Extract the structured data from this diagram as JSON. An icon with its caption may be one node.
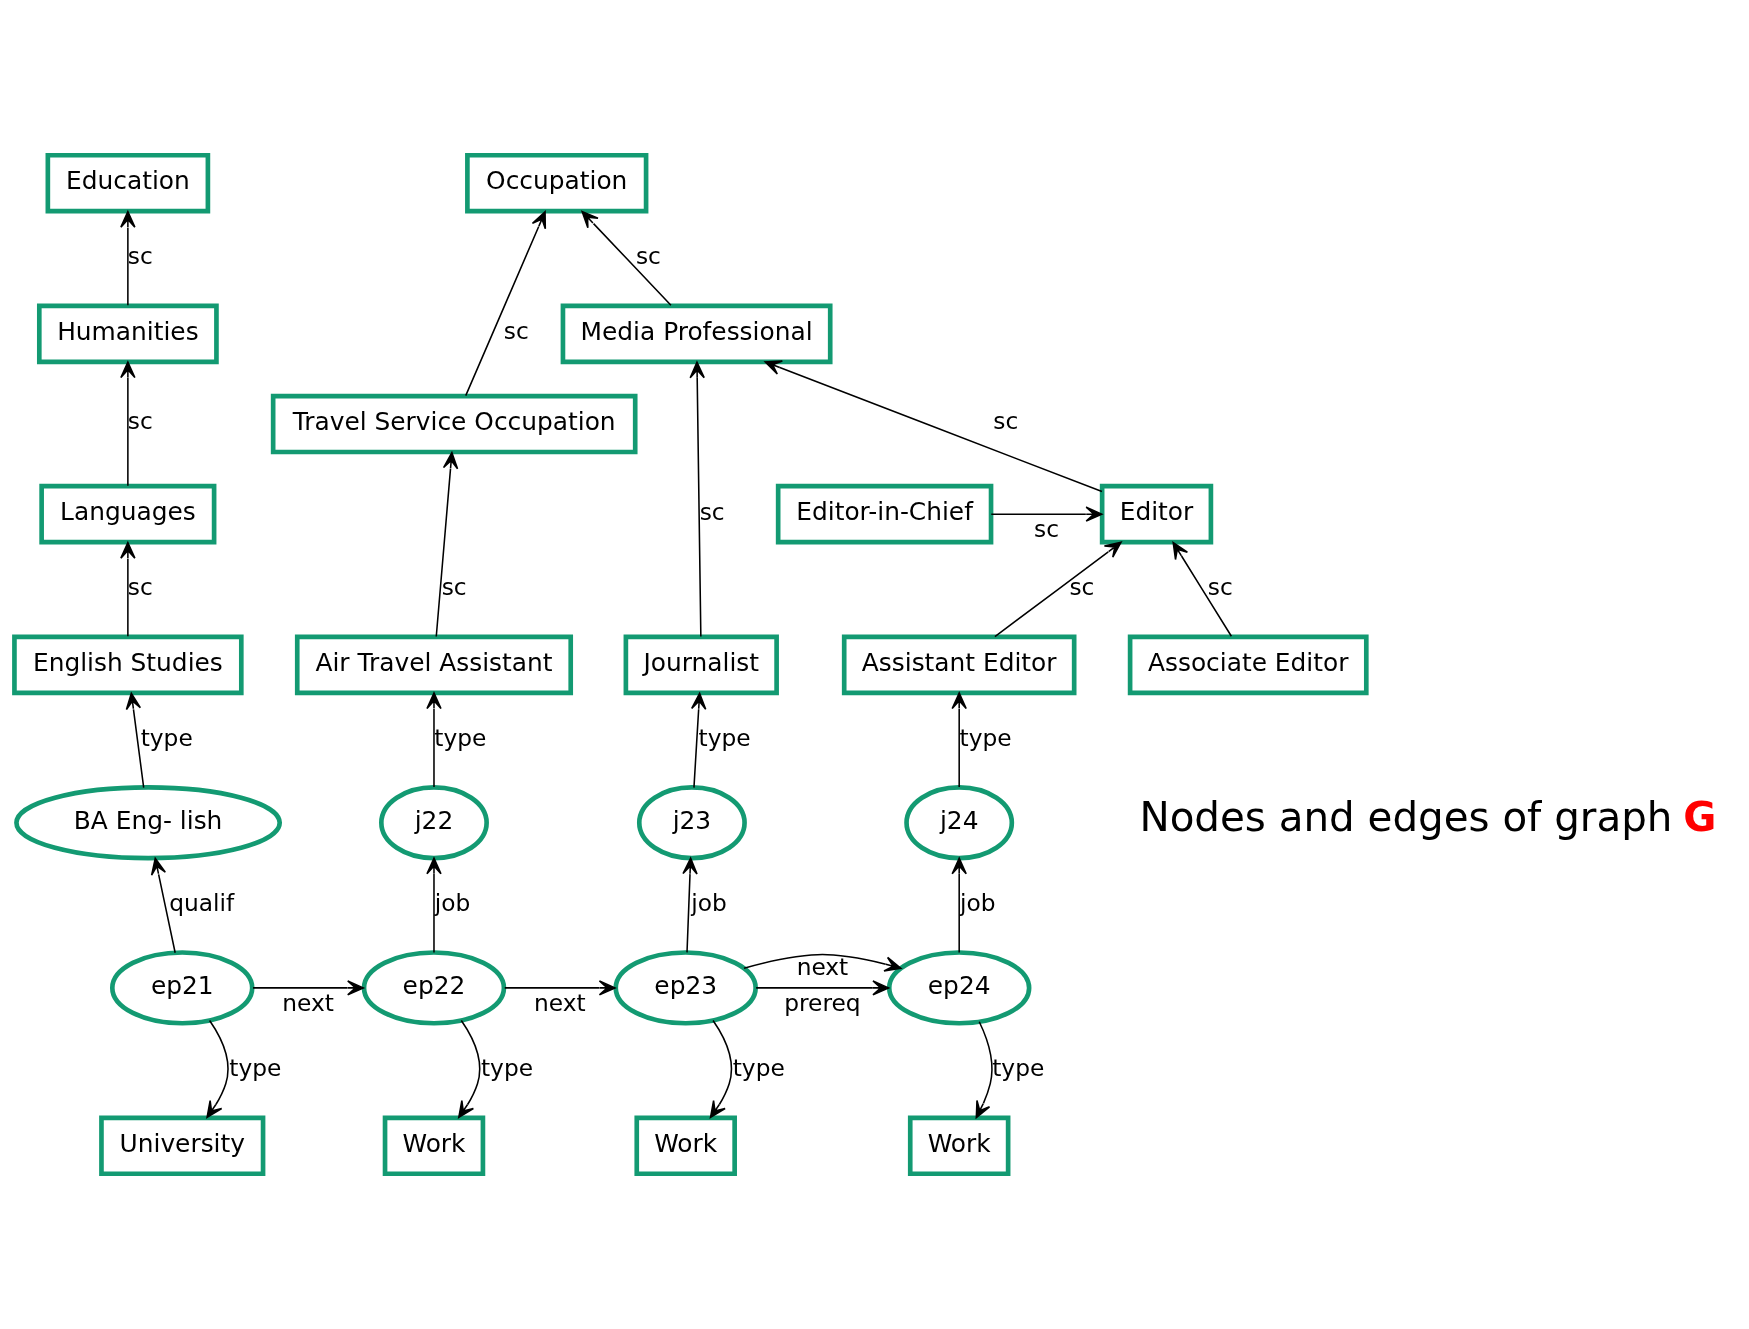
{
  "diagram": {
    "nodes": [
      {
        "text": [
          "Education"
        ]
      },
      {
        "text": [
          "Humanities"
        ]
      },
      {
        "text": [
          "Languages"
        ]
      },
      {
        "text": [
          "English Studies"
        ]
      },
      {
        "text": [
          "Occupation"
        ]
      },
      {
        "text": [
          "Travel Service Occupation"
        ]
      },
      {
        "text": [
          "Air Travel Assistant"
        ]
      },
      {
        "text": [
          "Media Professional"
        ]
      },
      {
        "text": [
          "Journalist"
        ]
      },
      {
        "text": [
          "Editor"
        ]
      },
      {
        "text": [
          "Editor-in-Chief"
        ]
      },
      {
        "text": [
          "Associate Editor"
        ]
      },
      {
        "text": [
          "Assistant Editor"
        ]
      },
      {
        "text": [
          "BA Eng- lish"
        ]
      },
      {
        "text": [
          "j22"
        ]
      },
      {
        "text": [
          "j23"
        ]
      },
      {
        "text": [
          "j24"
        ]
      },
      {
        "text": [
          "ep21"
        ]
      },
      {
        "text": [
          "ep22"
        ]
      },
      {
        "text": [
          "ep23"
        ]
      },
      {
        "text": [
          "ep24"
        ]
      },
      {
        "text": [
          "University"
        ]
      },
      {
        "text": [
          "Work"
        ]
      },
      {
        "text": [
          "Work"
        ]
      },
      {
        "text": [
          "Work"
        ]
      }
    ],
    "edges": [
      {
        "from": 1,
        "to": 0,
        "arrow": "to",
        "label": "sc"
      },
      {
        "from": 2,
        "to": 1,
        "arrow": "to",
        "label": "sc"
      },
      {
        "from": 3,
        "to": 2,
        "arrow": "to",
        "label": "sc"
      },
      {
        "from": 5,
        "to": 4,
        "arrow": "to",
        "label": "sc"
      },
      {
        "from": 7,
        "to": 4,
        "arrow": "to",
        "label": "sc"
      },
      {
        "from": 6,
        "to": 5,
        "arrow": "to",
        "label": "sc"
      },
      {
        "from": 8,
        "to": 7,
        "arrow": "to",
        "label": "sc"
      },
      {
        "from": 9,
        "to": 7,
        "arrow": "to",
        "label": "sc"
      },
      {
        "from": 10,
        "to": 9,
        "arrow": "to",
        "label": "sc"
      },
      {
        "from": 11,
        "to": 9,
        "arrow": "to",
        "label": "sc"
      },
      {
        "from": 12,
        "to": 9,
        "arrow": "to",
        "label": "sc"
      },
      {
        "from": 13,
        "to": 3,
        "arrow": "to",
        "label": "type"
      },
      {
        "from": 14,
        "to": 6,
        "arrow": "to",
        "label": "type"
      },
      {
        "from": 15,
        "to": 8,
        "arrow": "to",
        "label": "type"
      },
      {
        "from": 16,
        "to": 12,
        "arrow": "to",
        "label": "type"
      },
      {
        "from": 17,
        "to": 13,
        "arrow": "to",
        "label": "qualif"
      },
      {
        "from": 18,
        "to": 14,
        "arrow": "to",
        "label": "job"
      },
      {
        "from": 19,
        "to": 15,
        "arrow": "to",
        "label": "job"
      },
      {
        "from": 20,
        "to": 16,
        "arrow": "to",
        "label": "job"
      },
      {
        "from": 17,
        "to": 18,
        "arrow": "to",
        "label": "next"
      },
      {
        "from": 18,
        "to": 19,
        "arrow": "to",
        "label": "next"
      },
      {
        "from": 19,
        "to": 20,
        "arrow": "to",
        "label": "next"
      },
      {
        "from": 19,
        "to": 20,
        "arrow": "to",
        "label": "prereq"
      },
      {
        "from": 17,
        "to": 21,
        "arrow": "to",
        "label": "type"
      },
      {
        "from": 18,
        "to": 22,
        "arrow": "to",
        "label": "type"
      },
      {
        "from": 19,
        "to": 23,
        "arrow": "to",
        "label": "type"
      },
      {
        "from": 20,
        "to": 24,
        "arrow": "to",
        "label": "type"
      }
    ],
    "labels": [
      "Nodes and edges of graph **G**"
    ]
  }
}
